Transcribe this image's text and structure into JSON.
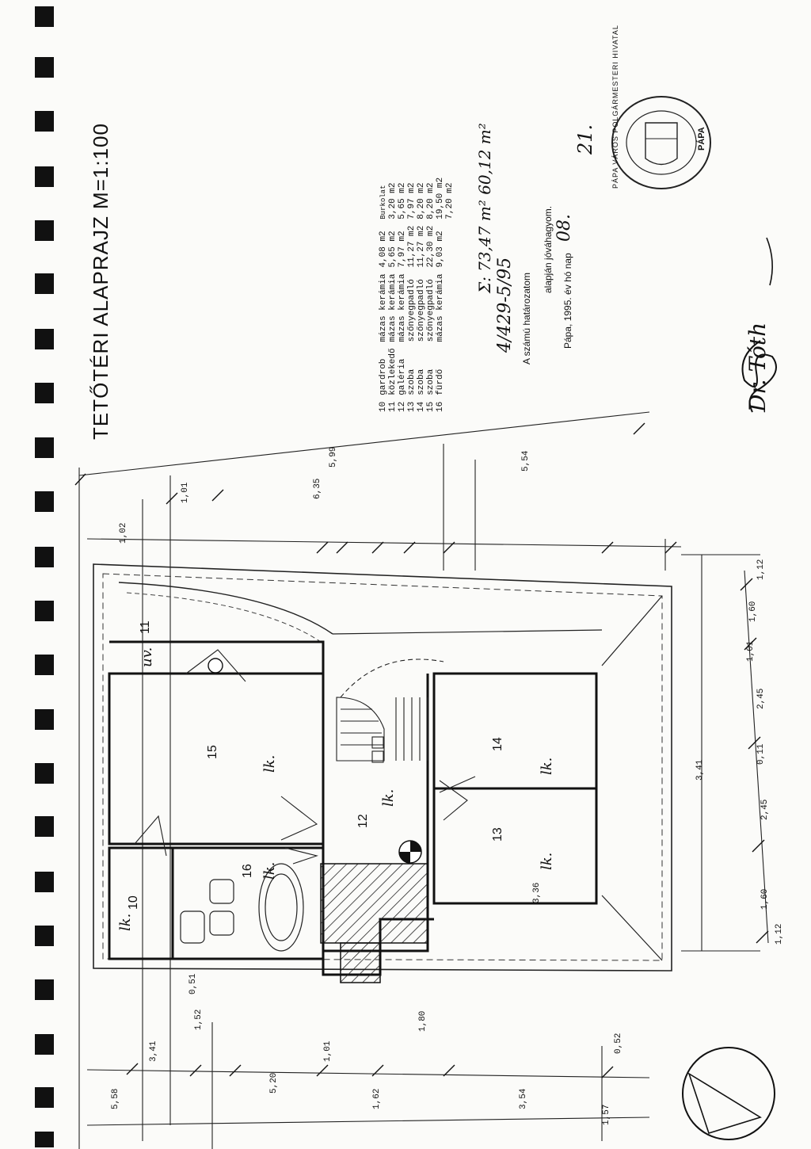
{
  "title": "TETŐTÉRI ALAPRAJZ M=1:100",
  "legend": {
    "header": "Burkolat",
    "rows": [
      {
        "num": "10",
        "name": "gardrob",
        "floor": "mázas kerámia",
        "area": "4,08 m2",
        "plaster": "3,20 m2"
      },
      {
        "num": "11",
        "name": "közlekedő",
        "floor": "mázas kerámia",
        "area": "5,65 m2",
        "plaster": "5,65 m2"
      },
      {
        "num": "12",
        "name": "galéria",
        "floor": "mázas kerámia",
        "area": "7,97 m2",
        "plaster": "7,97 m2"
      },
      {
        "num": "13",
        "name": "szoba",
        "floor": "szőnyegpadló",
        "area": "11,27 m2",
        "plaster": "8,20 m2"
      },
      {
        "num": "14",
        "name": "szoba",
        "floor": "szőnyegpadló",
        "area": "11,27 m2",
        "plaster": "8,20 m2"
      },
      {
        "num": "15",
        "name": "szoba",
        "floor": "szőnyegpadló",
        "area": "22,30 m2",
        "plaster": "19,50 m2"
      },
      {
        "num": "16",
        "name": "fürdő",
        "floor": "mázas kerámia",
        "area": "9,03 m2",
        "plaster": "7,20 m2"
      }
    ]
  },
  "handwritten": {
    "total": "Σ: 73,47 m²  60,12 m²",
    "resolution_number": "4/429-5/95",
    "date_month": "08.",
    "date_day": "21.",
    "room_marks": [
      "uv.",
      "lk.",
      "lk.",
      "lk.",
      "lk.",
      "lk.",
      "lk."
    ],
    "signature": "Dr. Tóth"
  },
  "approval": {
    "line1": "A  számú határozatom",
    "line2": "alapján jóváhagyom.",
    "line3": "Pápa, 1995. év  hó  nap"
  },
  "stamp": {
    "text": "PÁPA VÁROS POLGÁRMESTERI HIVATAL",
    "label": "PÁPA"
  },
  "rooms": [
    "11",
    "15",
    "10",
    "16",
    "12",
    "14",
    "13"
  ],
  "dimensions": {
    "top": [
      "5,58",
      "3,41",
      "1,52",
      "5,20",
      "1,01",
      "1,62",
      "1,80",
      "3,54",
      "0,52",
      "5,99",
      "1,01",
      "6,35"
    ],
    "right": [
      "1,12",
      "1,60",
      "1,01",
      "2,45",
      "0,11",
      "3,41",
      "2,45",
      "1,60",
      "1,12"
    ],
    "left": [
      "1,57",
      "3,36",
      "1,02",
      "0,51",
      "5,54"
    ]
  }
}
